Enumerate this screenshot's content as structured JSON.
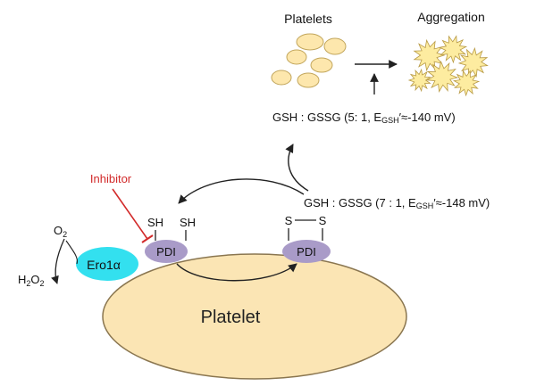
{
  "labels": {
    "platelets": "Platelets",
    "aggregation": "Aggregation",
    "ratio_top_main": "GSH : GSSG (5: 1,  E",
    "ratio_top_sub": "GSH",
    "ratio_top_tail": "′≈-140 mV)",
    "ratio_mid_main": "GSH : GSSG (7 : 1, E",
    "ratio_mid_sub": "GSH",
    "ratio_mid_tail": "′≈-148 mV)",
    "inhibitor": "Inhibitor",
    "o2_main": "O",
    "o2_sub": "2",
    "h2o2_a": "H",
    "h2o2_b": "2",
    "h2o2_c": "O",
    "h2o2_d": "2",
    "ero1": "Ero1α",
    "sh_left": "SH",
    "sh_right": "SH",
    "pdi_left": "PDI",
    "s_left": "S",
    "s_right": "S",
    "pdi_right": "PDI",
    "platelet": "Platelet"
  },
  "colors": {
    "platelet_fill": "#fbe5b4",
    "pdi_fill": "#a99bc8",
    "ero1_fill": "#33e0ef",
    "inhibitor": "#d22a2a",
    "cell_fill": "#fde7ad",
    "star_fill": "#fdeca0",
    "ink": "#222222"
  }
}
